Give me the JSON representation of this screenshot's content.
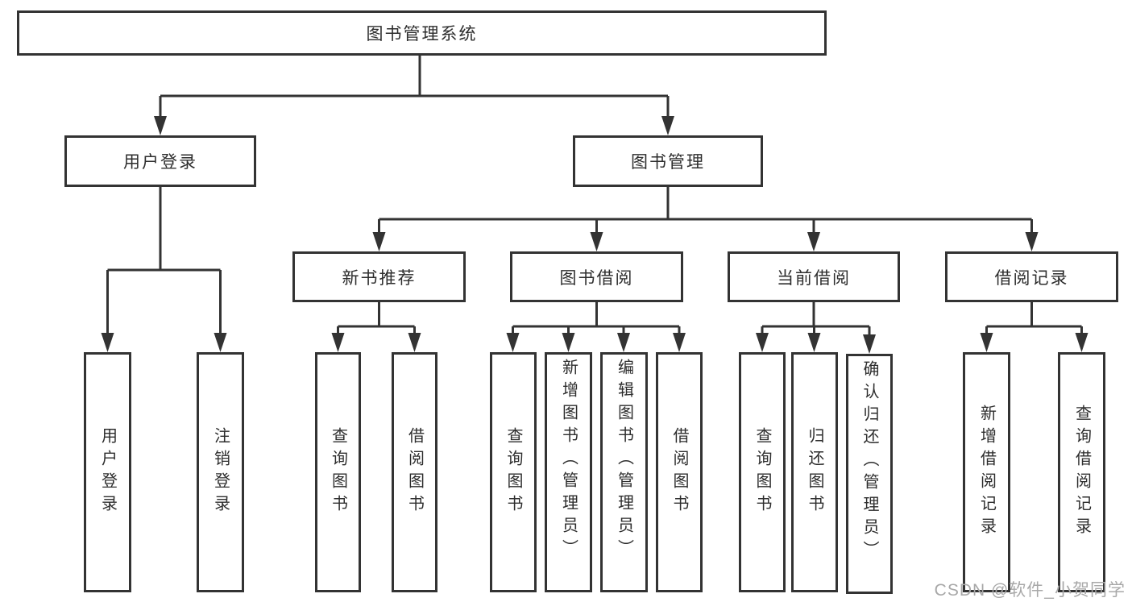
{
  "diagram": {
    "root": {
      "label": "图书管理系统"
    },
    "branches": [
      {
        "label": "用户登录",
        "children": [
          {
            "label": "用户登录"
          },
          {
            "label": "注销登录"
          }
        ]
      },
      {
        "label": "图书管理",
        "sections": [
          {
            "label": "新书推荐",
            "children": [
              {
                "label": "查询图书"
              },
              {
                "label": "借阅图书"
              }
            ]
          },
          {
            "label": "图书借阅",
            "children": [
              {
                "label": "查询图书"
              },
              {
                "label": "新增图书（管理员）"
              },
              {
                "label": "编辑图书（管理员）"
              },
              {
                "label": "借阅图书"
              }
            ]
          },
          {
            "label": "当前借阅",
            "children": [
              {
                "label": "查询图书"
              },
              {
                "label": "归还图书"
              },
              {
                "label": "确认归还（管理员）"
              }
            ]
          },
          {
            "label": "借阅记录",
            "children": [
              {
                "label": "新增借阅记录"
              },
              {
                "label": "查询借阅记录"
              }
            ]
          }
        ]
      }
    ]
  },
  "watermark": {
    "text": "CSDN @软件_小贺同学"
  },
  "colors": {
    "line": "#333333",
    "text": "#2d2d2d",
    "watermark": "#a8a8a8",
    "background": "#ffffff"
  }
}
